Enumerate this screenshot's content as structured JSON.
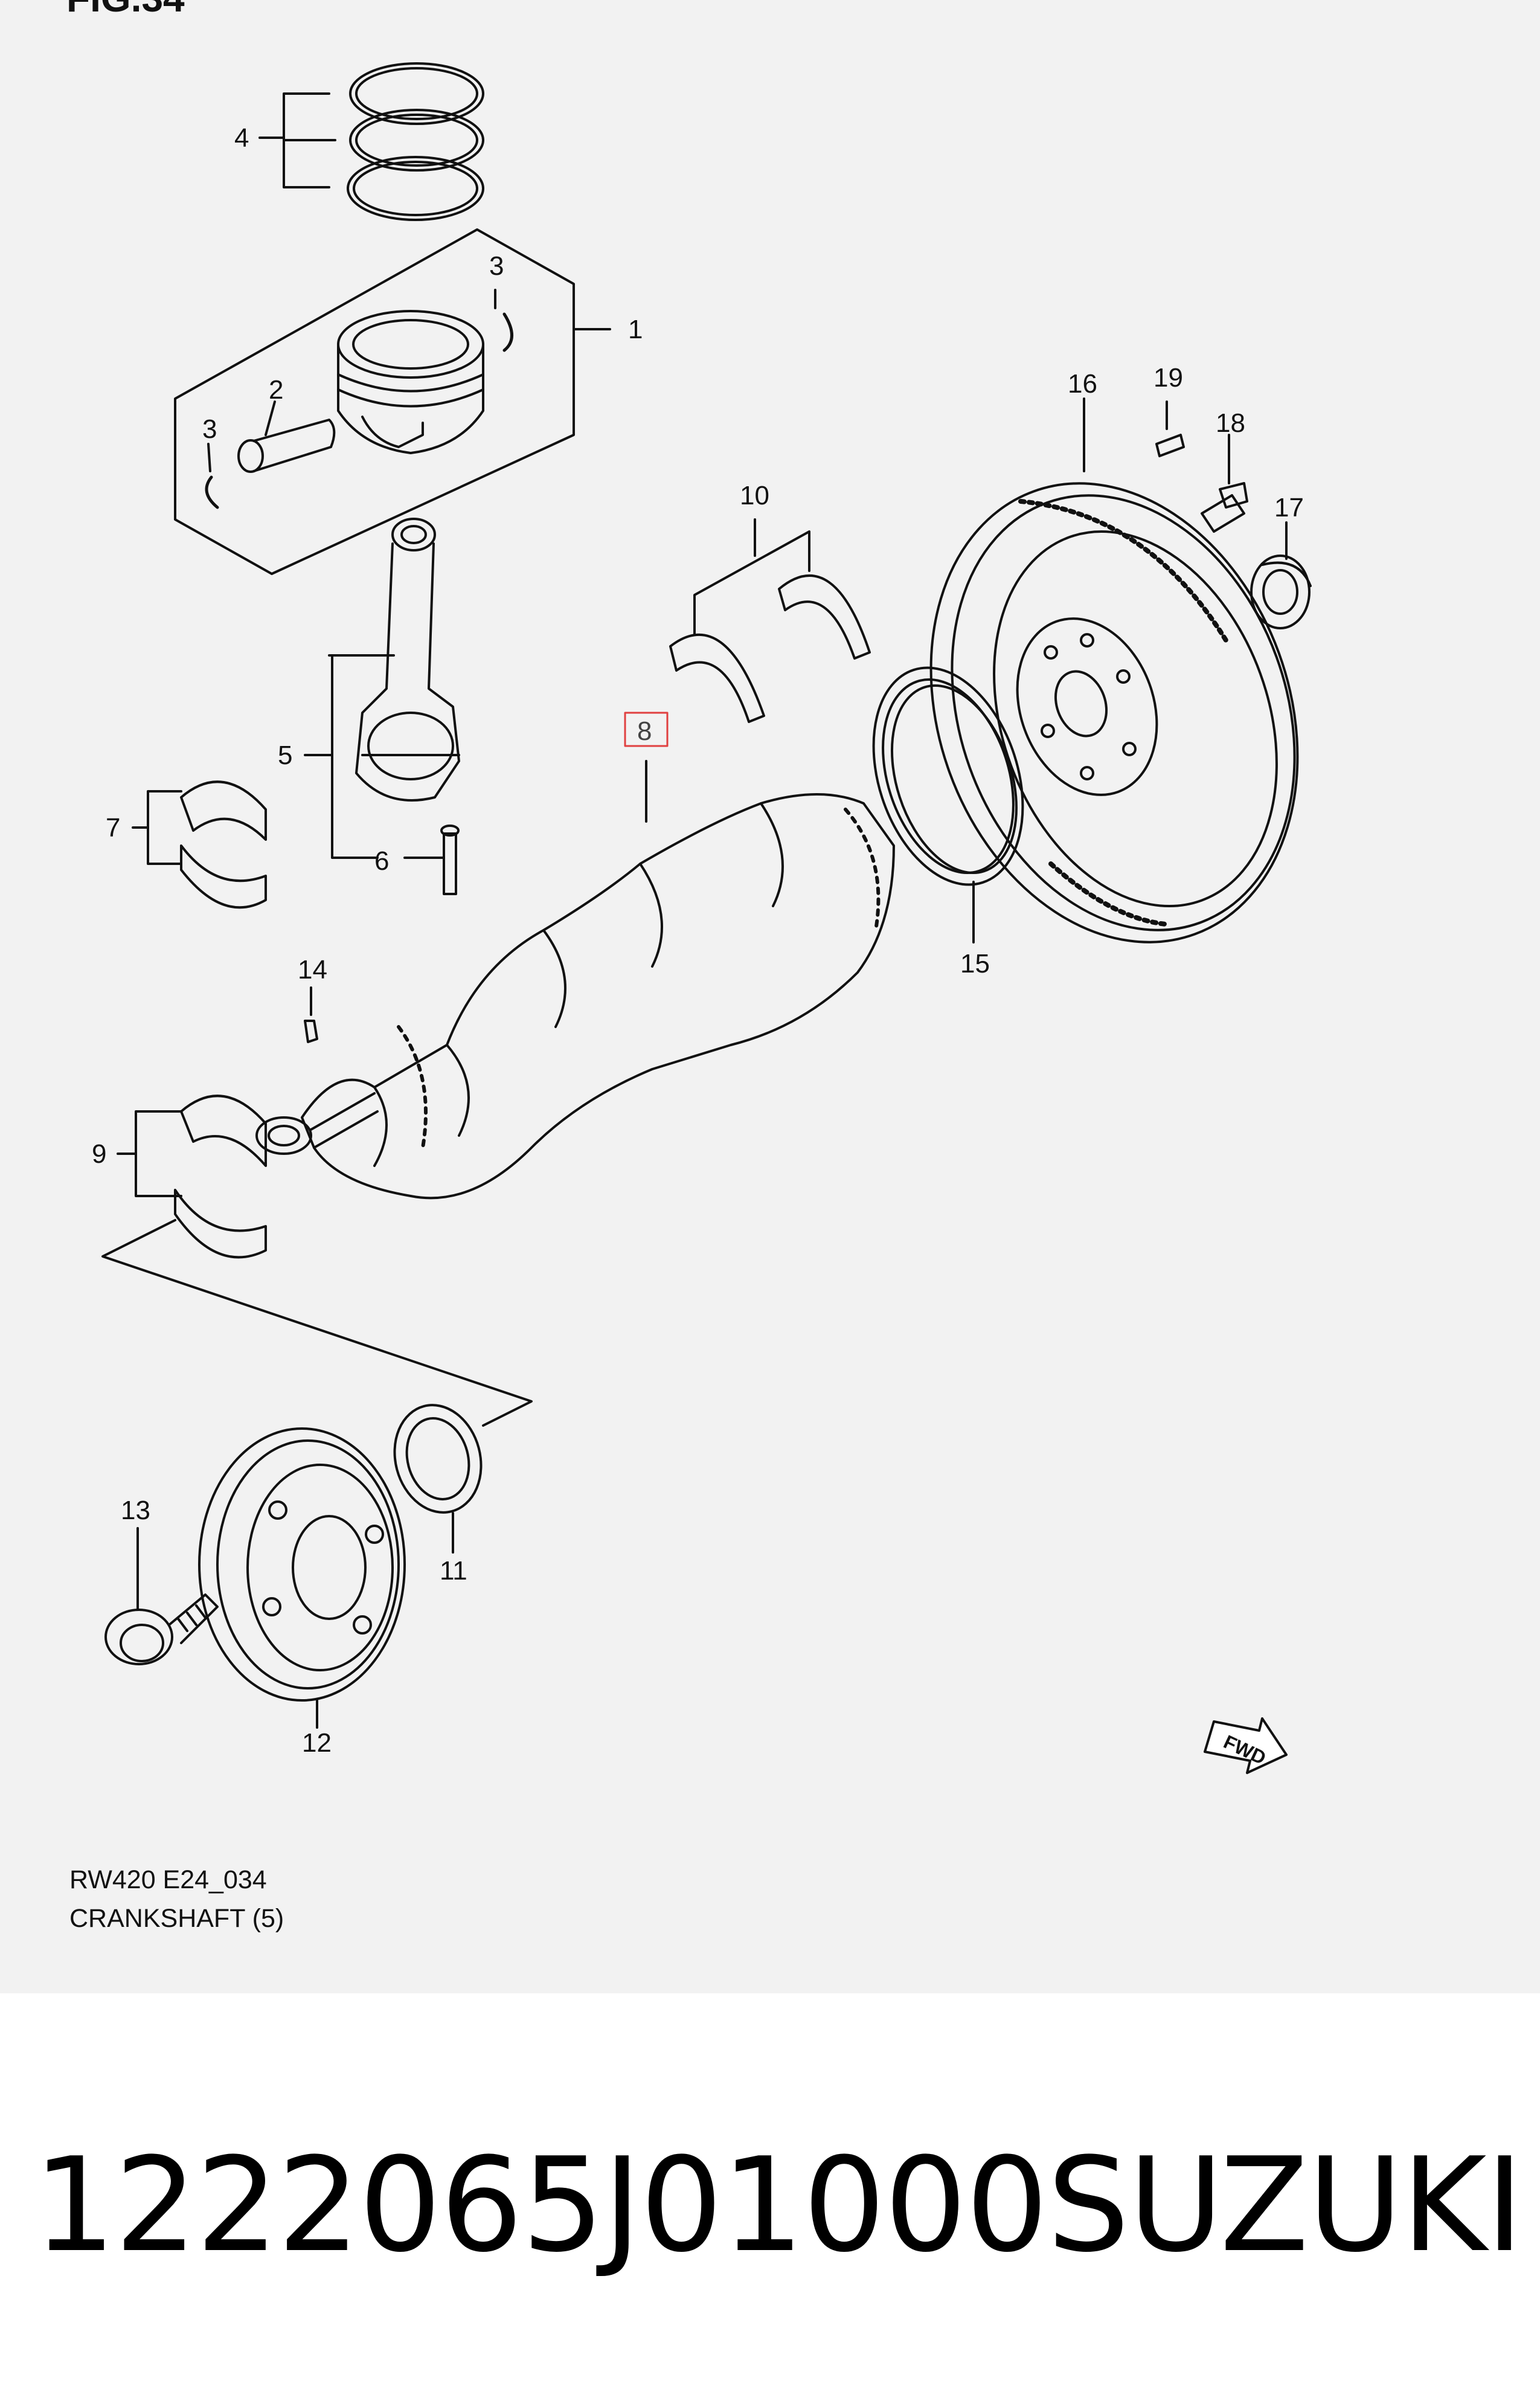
{
  "figure": {
    "fig_label": "FIG.34",
    "code": "RW420 E24_034",
    "title": "CRANKSHAFT (5)"
  },
  "callouts": [
    {
      "id": "c1",
      "label": "1"
    },
    {
      "id": "c2",
      "label": "2"
    },
    {
      "id": "c3a",
      "label": "3"
    },
    {
      "id": "c3b",
      "label": "3"
    },
    {
      "id": "c4",
      "label": "4"
    },
    {
      "id": "c5",
      "label": "5"
    },
    {
      "id": "c6",
      "label": "6"
    },
    {
      "id": "c7",
      "label": "7"
    },
    {
      "id": "c8",
      "label": "8"
    },
    {
      "id": "c9",
      "label": "9"
    },
    {
      "id": "c10",
      "label": "10"
    },
    {
      "id": "c11",
      "label": "11"
    },
    {
      "id": "c12",
      "label": "12"
    },
    {
      "id": "c13",
      "label": "13"
    },
    {
      "id": "c14",
      "label": "14"
    },
    {
      "id": "c15",
      "label": "15"
    },
    {
      "id": "c16",
      "label": "16"
    },
    {
      "id": "c17",
      "label": "17"
    },
    {
      "id": "c18",
      "label": "18"
    },
    {
      "id": "c19",
      "label": "19"
    }
  ],
  "fwd_label": "FWD",
  "highlight_color": "#e04040",
  "part": {
    "number": "1222065J01000",
    "brand": "SUZUKI"
  }
}
